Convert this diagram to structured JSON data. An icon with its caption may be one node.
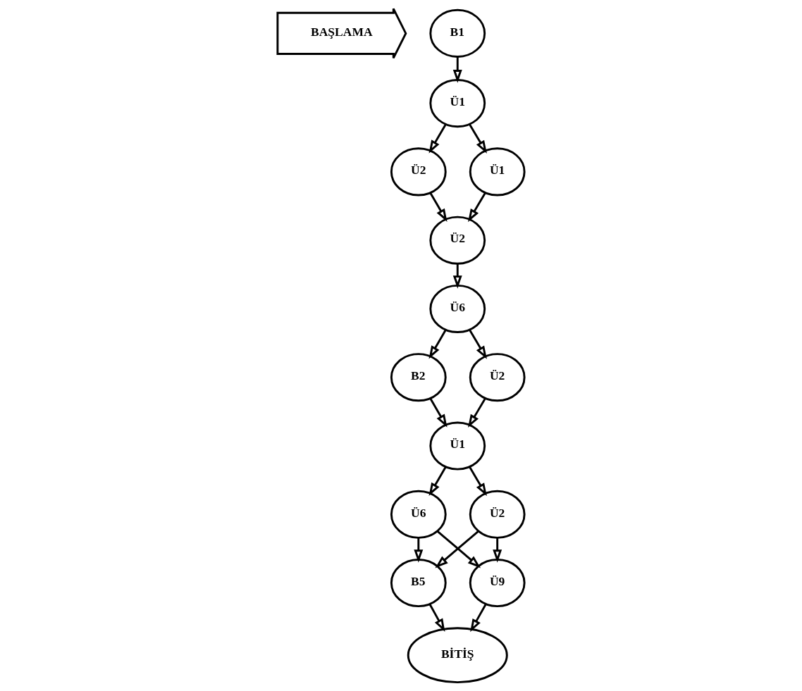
{
  "diagram": {
    "nodes": [
      {
        "text": [
          "BAŞLAMA"
        ]
      },
      {
        "text": [
          "B1"
        ]
      },
      {
        "text": [
          "Ü1"
        ]
      },
      {
        "text": [
          "Ü2"
        ]
      },
      {
        "text": [
          "Ü1"
        ]
      },
      {
        "text": [
          "Ü2"
        ]
      },
      {
        "text": [
          "Ü6"
        ]
      },
      {
        "text": [
          "B2"
        ]
      },
      {
        "text": [
          "Ü2"
        ]
      },
      {
        "text": [
          "Ü1"
        ]
      },
      {
        "text": [
          "Ü6"
        ]
      },
      {
        "text": [
          "Ü2"
        ]
      },
      {
        "text": [
          "B5"
        ]
      },
      {
        "text": [
          "Ü9"
        ]
      },
      {
        "text": [
          "BİTİŞ"
        ]
      }
    ],
    "edges": [
      {
        "from": 1,
        "to": 2,
        "arrow": "to"
      },
      {
        "from": 2,
        "to": 3,
        "arrow": "to"
      },
      {
        "from": 2,
        "to": 4,
        "arrow": "to"
      },
      {
        "from": 3,
        "to": 5,
        "arrow": "to"
      },
      {
        "from": 4,
        "to": 5,
        "arrow": "to"
      },
      {
        "from": 5,
        "to": 6,
        "arrow": "to"
      },
      {
        "from": 6,
        "to": 7,
        "arrow": "to"
      },
      {
        "from": 6,
        "to": 8,
        "arrow": "to"
      },
      {
        "from": 7,
        "to": 9,
        "arrow": "to"
      },
      {
        "from": 8,
        "to": 9,
        "arrow": "to"
      },
      {
        "from": 9,
        "to": 11,
        "arrow": "to"
      },
      {
        "from": 9,
        "to": 10,
        "arrow": "to"
      },
      {
        "from": 10,
        "to": 13,
        "arrow": "to"
      },
      {
        "from": 10,
        "to": 12,
        "arrow": "to"
      },
      {
        "from": 11,
        "to": 12,
        "arrow": "to"
      },
      {
        "from": 11,
        "to": 13,
        "arrow": "to"
      },
      {
        "from": 12,
        "to": 14,
        "arrow": "to"
      },
      {
        "from": 13,
        "to": 14,
        "arrow": "to"
      }
    ]
  }
}
